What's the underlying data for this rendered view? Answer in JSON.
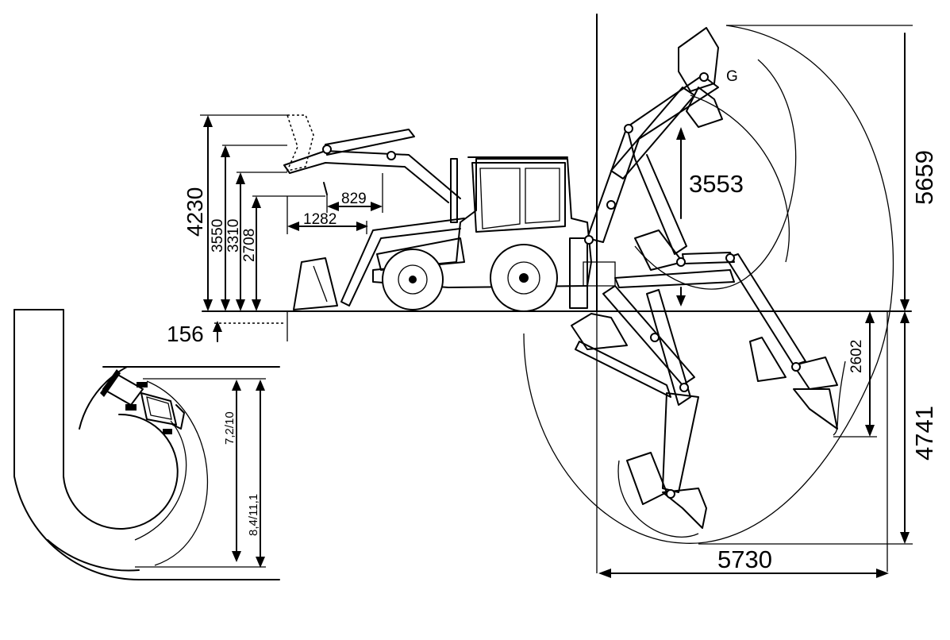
{
  "dimensions": {
    "height_4230": "4230",
    "height_3550": "3550",
    "height_3310": "3310",
    "height_2708": "2708",
    "reach_1282": "1282",
    "reach_829": "829",
    "depth_156": "156",
    "height_3553": "3553",
    "height_5659": "5659",
    "depth_4741": "4741",
    "depth_2602": "2602",
    "reach_5730": "5730",
    "turn_inner": "7,2/10",
    "turn_outer": "8,4/11,1"
  },
  "labels": {
    "pivot": "G"
  }
}
